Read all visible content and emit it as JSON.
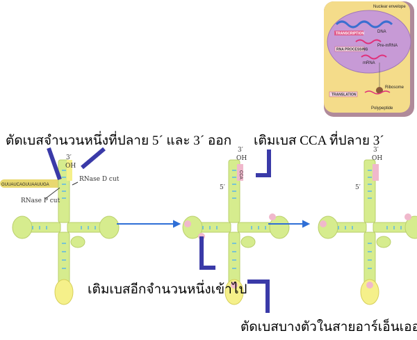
{
  "labels": {
    "trim_ends": "ตัดเบสจำนวนหนึ่งที่ปลาย 5ˊ และ 3ˊ ออก",
    "add_cca": "เติมเบส CCA ที่ปลาย 3ˊ",
    "add_bases": "เติมเบสอีกจำนวนหนึ่งเข้าไป",
    "remove_bases": "ตัดเบสบางตัวในสายอาร์เอ็นเอออกไป"
  },
  "trna": {
    "three_prime": "3′",
    "oh": "OH",
    "five_prime": "5′",
    "leader": "GUUAUCAGUUAAUUGA",
    "rnase_d": "RNase D cut",
    "rnase_p": "RNase P cut",
    "acceptor_end": "CCA"
  },
  "inset": {
    "nuclear_envelope": "Nuclear envelope",
    "transcription": "TRANSCRIPTION",
    "dna": "DNA",
    "rna_processing": "RNA PROCESSING",
    "pre_mrna": "Pre-mRNA",
    "mrna": "mRNA",
    "translation": "TRANSLATION",
    "ribosome": "Ribosome",
    "polypeptide": "Polypeptide"
  },
  "colors": {
    "green": "#d6ec8e",
    "yellow": "#f5f08a",
    "pink": "#f0b8cc",
    "blue": "#2f6fd6",
    "bar": "#3a3aa8"
  }
}
